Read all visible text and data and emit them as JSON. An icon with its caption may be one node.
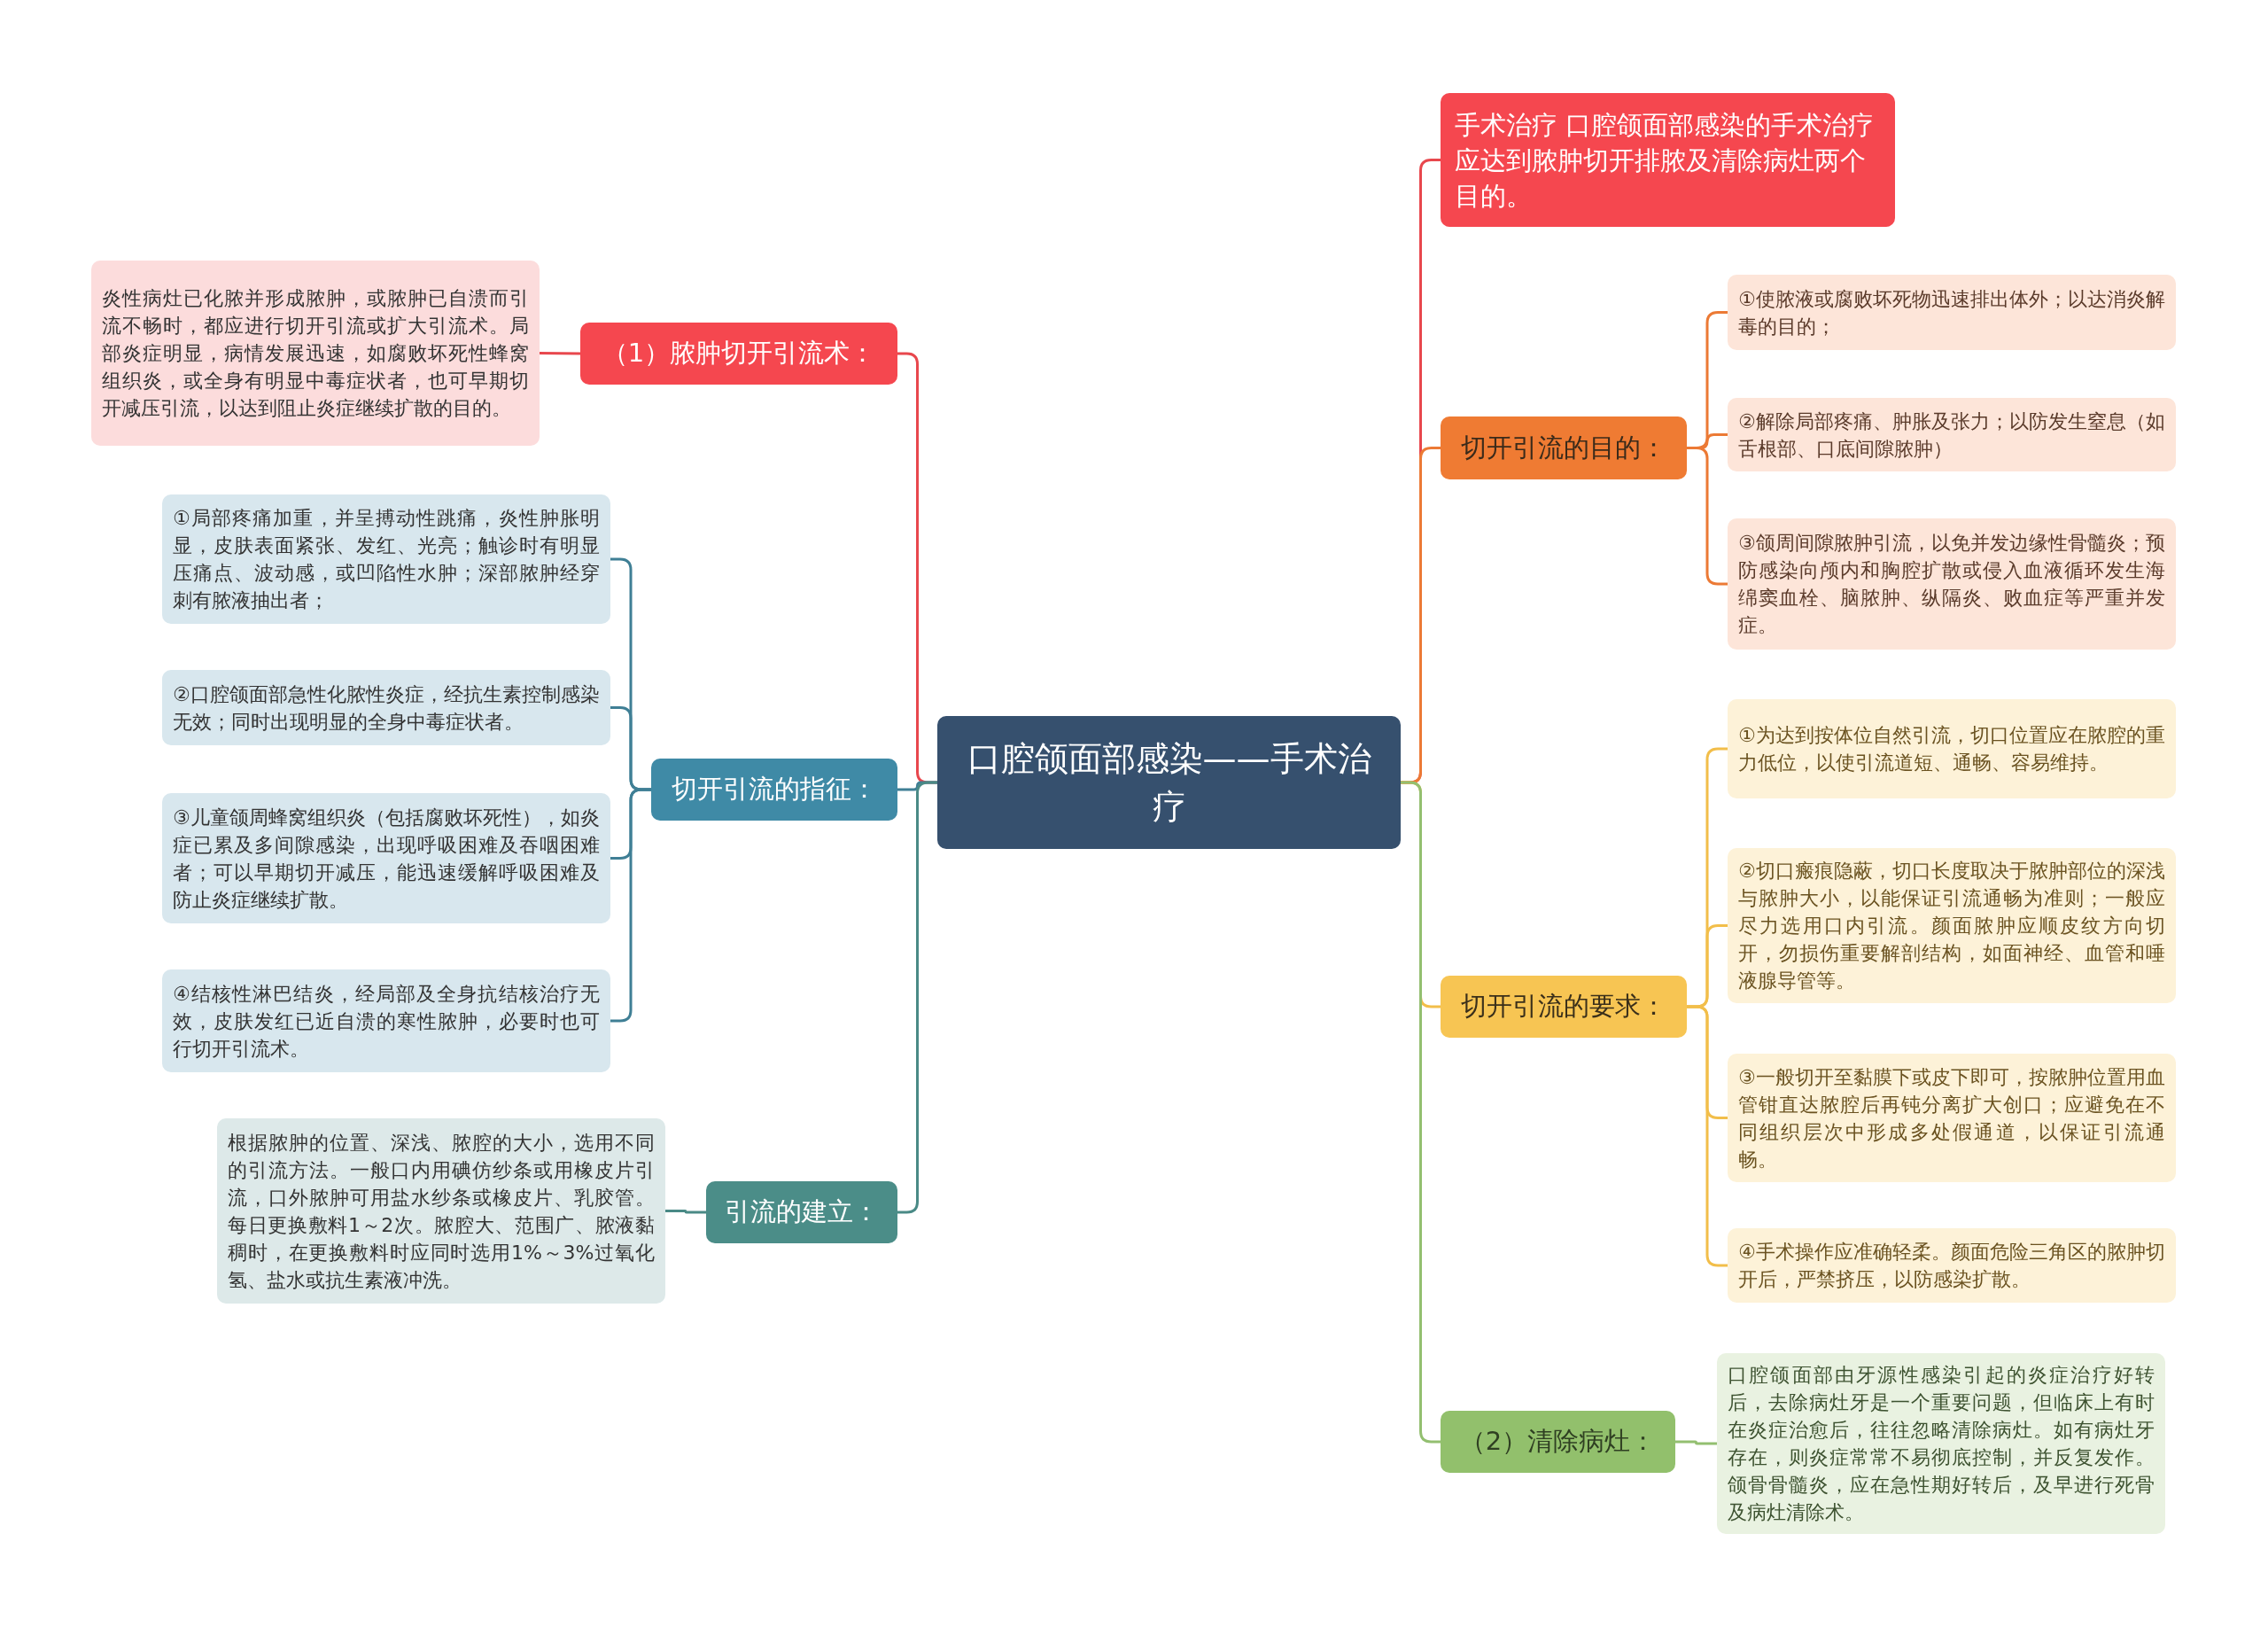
{
  "diagram": {
    "nodes": [
      {
        "text": [
          "口腔颌面部感染——手术治疗"
        ]
      },
      {
        "text": [
          "（1）脓肿切开引流术："
        ]
      },
      {
        "text": [
          "炎性病灶已化脓并形成脓肿，或脓肿已自溃而引流不畅时，都应进行切开引流或扩大引流术。局部炎症明显，病情发展迅速，如腐败坏死性蜂窝组织炎，或全身有明显中毒症状者，也可早期切开减压引流，以达到阻止炎症继续扩散的目的。"
        ]
      },
      {
        "text": [
          "切开引流的指征："
        ]
      },
      {
        "text": [
          "①局部疼痛加重，并呈搏动性跳痛，炎性肿胀明显，皮肤表面紧张、发红、光亮；触诊时有明显压痛点、波动感，或凹陷性水肿；深部脓肿经穿刺有脓液抽出者；"
        ]
      },
      {
        "text": [
          "②口腔颌面部急性化脓性炎症，经抗生素控制感染无效；同时出现明显的全身中毒症状者。"
        ]
      },
      {
        "text": [
          "③儿童颌周蜂窝组织炎（包括腐败坏死性），如炎症已累及多间隙感染，出现呼吸困难及吞咽困难者；可以早期切开减压，能迅速缓解呼吸困难及防止炎症继续扩散。"
        ]
      },
      {
        "text": [
          "④结核性淋巴结炎，经局部及全身抗结核治疗无效，皮肤发红已近自溃的寒性脓肿，必要时也可行切开引流术。"
        ]
      },
      {
        "text": [
          "引流的建立："
        ]
      },
      {
        "text": [
          "根据脓肿的位置、深浅、脓腔的大小，选用不同的引流方法。一般口内用碘仿纱条或用橡皮片引流，口外脓肿可用盐水纱条或橡皮片、乳胶管。每日更换敷料1～2次。脓腔大、范围广、脓液黏稠时，在更换敷料时应同时选用1%～3%过氧化氢、盐水或抗生素液冲洗。"
        ]
      },
      {
        "text": [
          "手术治疗 口腔颌面部感染的手术治疗应达到脓肿切开排脓及清除病灶两个目的。"
        ]
      },
      {
        "text": [
          "切开引流的目的："
        ]
      },
      {
        "text": [
          "①使脓液或腐败坏死物迅速排出体外；以达消炎解毒的目的；"
        ]
      },
      {
        "text": [
          "②解除局部疼痛、肿胀及张力；以防发生窒息（如舌根部、口底间隙脓肿）"
        ]
      },
      {
        "text": [
          "③颌周间隙脓肿引流，以免并发边缘性骨髓炎；预防感染向颅内和胸腔扩散或侵入血液循环发生海绵窦血栓、脑脓肿、纵隔炎、败血症等严重并发症。"
        ]
      },
      {
        "text": [
          "切开引流的要求："
        ]
      },
      {
        "text": [
          "①为达到按体位自然引流，切口位置应在脓腔的重力低位，以使引流道短、通畅、容易维持。"
        ]
      },
      {
        "text": [
          "②切口瘢痕隐蔽，切口长度取决于脓肿部位的深浅与脓肿大小，以能保证引流通畅为准则；一般应尽力选用口内引流。颜面脓肿应顺皮纹方向切开，勿损伤重要解剖结构，如面神经、血管和唾液腺导管等。"
        ]
      },
      {
        "text": [
          "③一般切开至黏膜下或皮下即可，按脓肿位置用血管钳直达脓腔后再钝分离扩大创口；应避免在不同组织层次中形成多处假通道，以保证引流通畅。"
        ]
      },
      {
        "text": [
          "④手术操作应准确轻柔。颜面危险三角区的脓肿切开后，严禁挤压，以防感染扩散。"
        ]
      },
      {
        "text": [
          "（2）清除病灶："
        ]
      },
      {
        "text": [
          "口腔颌面部由牙源性感染引起的炎症治疗好转后，去除病灶牙是一个重要问题，但临床上有时在炎症治愈后，往往忽略清除病灶。如有病灶牙存在，则炎症常常不易彻底控制，并反复发作。颌骨骨髓炎，应在急性期好转后，及早进行死骨及病灶清除术。"
        ]
      }
    ],
    "edges": [
      {
        "from": 0,
        "to": 1,
        "arrow": "none",
        "color": "#e8474d"
      },
      {
        "from": 1,
        "to": 2,
        "arrow": "none",
        "color": "#e8474d"
      },
      {
        "from": 0,
        "to": 3,
        "arrow": "none",
        "color": "#3f7f95"
      },
      {
        "from": 3,
        "to": 4,
        "arrow": "none",
        "color": "#3f7f95"
      },
      {
        "from": 3,
        "to": 5,
        "arrow": "none",
        "color": "#3f7f95"
      },
      {
        "from": 3,
        "to": 6,
        "arrow": "none",
        "color": "#3f7f95"
      },
      {
        "from": 3,
        "to": 7,
        "arrow": "none",
        "color": "#3f7f95"
      },
      {
        "from": 0,
        "to": 8,
        "arrow": "none",
        "color": "#4a8a86"
      },
      {
        "from": 8,
        "to": 9,
        "arrow": "none",
        "color": "#4a8a86"
      },
      {
        "from": 0,
        "to": 10,
        "arrow": "none",
        "color": "#e8474d"
      },
      {
        "from": 0,
        "to": 11,
        "arrow": "none",
        "color": "#ec7a35"
      },
      {
        "from": 11,
        "to": 12,
        "arrow": "none",
        "color": "#ec7a35"
      },
      {
        "from": 11,
        "to": 13,
        "arrow": "none",
        "color": "#ec7a35"
      },
      {
        "from": 11,
        "to": 14,
        "arrow": "none",
        "color": "#ec7a35"
      },
      {
        "from": 0,
        "to": 15,
        "arrow": "none",
        "color": "#f2be4a"
      },
      {
        "from": 15,
        "to": 16,
        "arrow": "none",
        "color": "#f2be4a"
      },
      {
        "from": 15,
        "to": 17,
        "arrow": "none",
        "color": "#f2be4a"
      },
      {
        "from": 15,
        "to": 18,
        "arrow": "none",
        "color": "#f2be4a"
      },
      {
        "from": 15,
        "to": 19,
        "arrow": "none",
        "color": "#f2be4a"
      },
      {
        "from": 0,
        "to": 20,
        "arrow": "none",
        "color": "#93bf70"
      },
      {
        "from": 20,
        "to": 21,
        "arrow": "none",
        "color": "#93bf70"
      }
    ]
  }
}
